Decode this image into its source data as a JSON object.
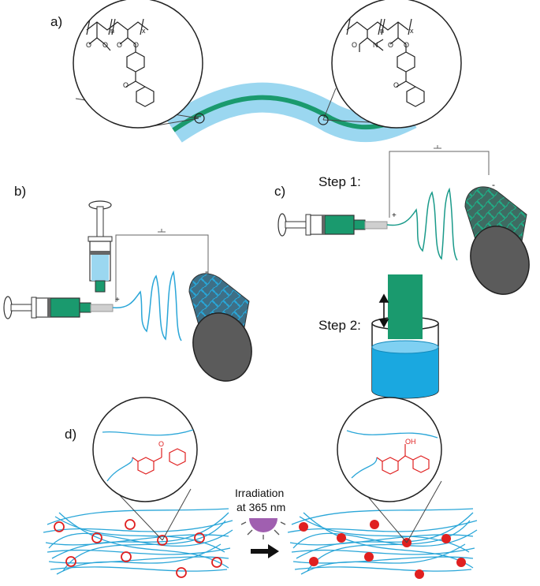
{
  "panels": {
    "a": "a)",
    "b": "b)",
    "c": "c)",
    "d": "d)"
  },
  "steps": {
    "step1": "Step 1:",
    "step2": "Step 2:"
  },
  "electrodes": {
    "plus": "+",
    "minus": "-"
  },
  "chemistry": {
    "o": "O",
    "n": "N",
    "oh": "OH",
    "sub_n": "n",
    "sub_x": "x"
  },
  "irradiation": {
    "line1": "Irradiation",
    "line2": "at 365 nm"
  },
  "colors": {
    "green": "#1a9a6e",
    "lightblue": "#9bd7f0",
    "fiber": "#2aa6d8",
    "liquid": "#1aa8e0",
    "red": "#e02020",
    "lamp": "#a05fb0",
    "collector": "#5b5b5b"
  }
}
